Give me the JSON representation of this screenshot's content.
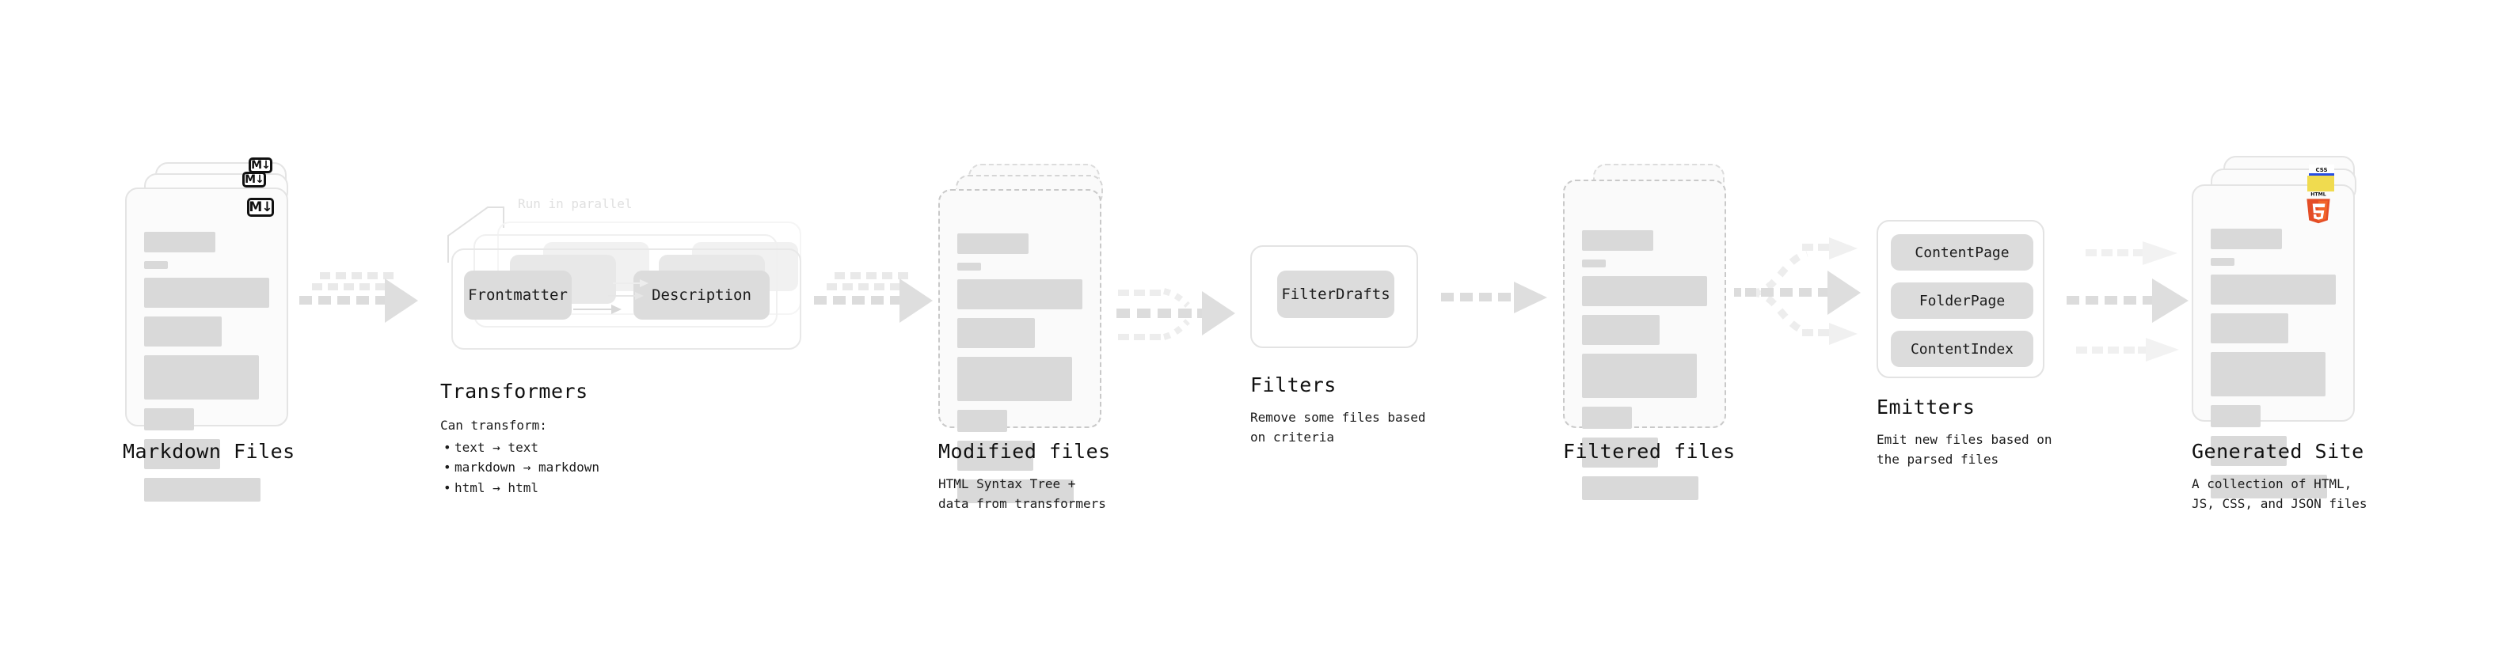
{
  "diagram": {
    "title_semantic": "quartz-build-pipeline",
    "colors": {
      "bar": "#d9d9d9",
      "card_bg": "#fbfbfb",
      "card_border": "#e4e4e4",
      "dashed_border": "#c9c9c9",
      "chip": "#dcdcdc",
      "arrow": "#dedede",
      "arrow_faint": "#f0f0f0",
      "text": "#0f0f0f",
      "html5_orange": "#e44d26",
      "js_yellow": "#f0db4f",
      "css_blue": "#264de4"
    }
  },
  "stages": {
    "markdown_files": {
      "label": "Markdown Files",
      "badge": "M↓",
      "badge_icon_name": "markdown-icon"
    },
    "transformers": {
      "label": "Transformers",
      "note": "Run in parallel",
      "chips": [
        "Frontmatter",
        "Description"
      ],
      "caption_lead": "Can transform:",
      "caption_items": [
        "text → text",
        "markdown → markdown",
        "html → html"
      ]
    },
    "modified_files": {
      "label": "Modified files",
      "caption": "HTML Syntax Tree +\ndata from transformers"
    },
    "filters": {
      "label": "Filters",
      "chips": [
        "FilterDrafts"
      ],
      "caption": "Remove some files based\non criteria"
    },
    "filtered_files": {
      "label": "Filtered files",
      "caption": ""
    },
    "emitters": {
      "label": "Emitters",
      "chips": [
        "ContentPage",
        "FolderPage",
        "ContentIndex"
      ],
      "caption": "Emit new files based on\nthe parsed files"
    },
    "generated_site": {
      "label": "Generated Site",
      "caption": "A collection of HTML,\nJS, CSS, and JSON files",
      "badges": [
        "HTML5",
        "JS",
        "CSS"
      ]
    }
  },
  "skeleton_bars": [
    {
      "w": 90,
      "h": 26
    },
    {
      "w": 30,
      "h": 10
    },
    {
      "w": 158,
      "h": 38
    },
    {
      "w": 98,
      "h": 38
    },
    {
      "w": 145,
      "h": 56
    },
    {
      "w": 63,
      "h": 28
    },
    {
      "w": 96,
      "h": 38
    },
    {
      "w": 147,
      "h": 30
    }
  ]
}
